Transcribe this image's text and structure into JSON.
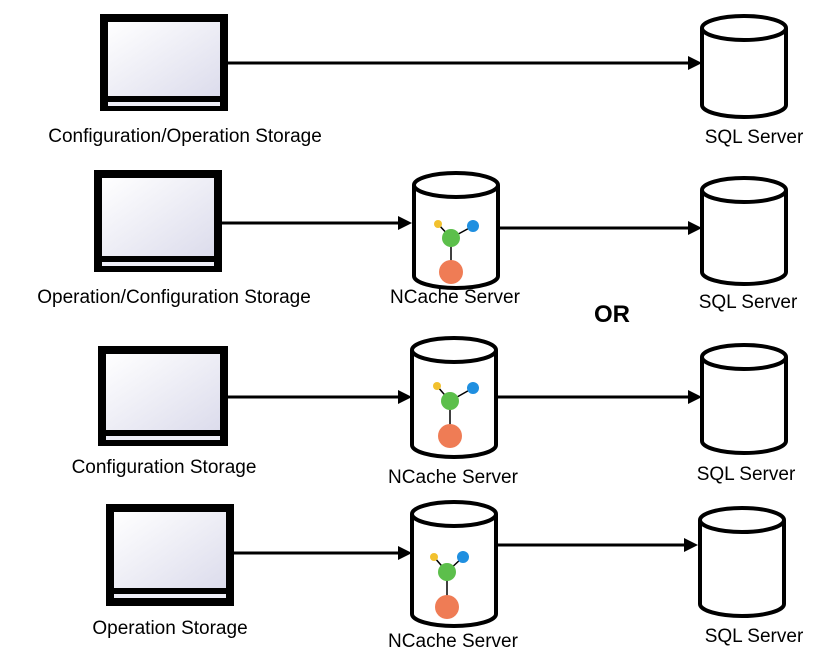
{
  "rows": [
    {
      "source_label": "Configuration/Operation Storage",
      "has_cache": false,
      "cache_label": "",
      "db_label": "SQL Server"
    },
    {
      "source_label": "Operation/Configuration Storage",
      "has_cache": true,
      "cache_label": "NCache Server",
      "db_label": "SQL Server"
    },
    {
      "source_label": "Configuration Storage",
      "has_cache": true,
      "cache_label": "NCache Server",
      "db_label": "SQL Server"
    },
    {
      "source_label": "Operation Storage",
      "has_cache": true,
      "cache_label": "NCache Server",
      "db_label": "SQL Server"
    }
  ],
  "separator_label": "OR",
  "colors": {
    "stroke": "#000000",
    "monitor_screen": "#eeeef8",
    "node_green": "#5cbf4b",
    "node_orange": "#ef7c55",
    "node_blue": "#1f8fe0",
    "node_yellow": "#f2c12e"
  }
}
